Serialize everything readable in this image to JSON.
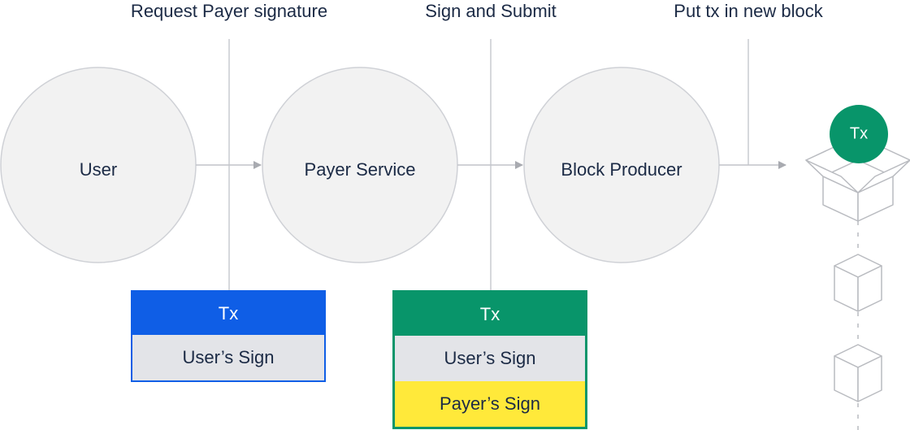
{
  "steps": {
    "request": "Request Payer signature",
    "sign_submit": "Sign and Submit",
    "put_tx": "Put tx in new block"
  },
  "nodes": {
    "user": "User",
    "payer_service": "Payer Service",
    "block_producer": "Block Producer"
  },
  "tx_user_signed": {
    "header": "Tx",
    "user_sign": "User’s Sign"
  },
  "tx_fully_signed": {
    "header": "Tx",
    "user_sign": "User’s Sign",
    "payer_sign": "Payer’s Sign"
  },
  "block_badge": "Tx",
  "colors": {
    "text": "#1b2a45",
    "blue": "#0f5ee6",
    "green": "#08956a",
    "grey_row": "#e3e4e8",
    "yellow_row": "#ffe93a",
    "circle_stroke": "#cfd1d6"
  }
}
